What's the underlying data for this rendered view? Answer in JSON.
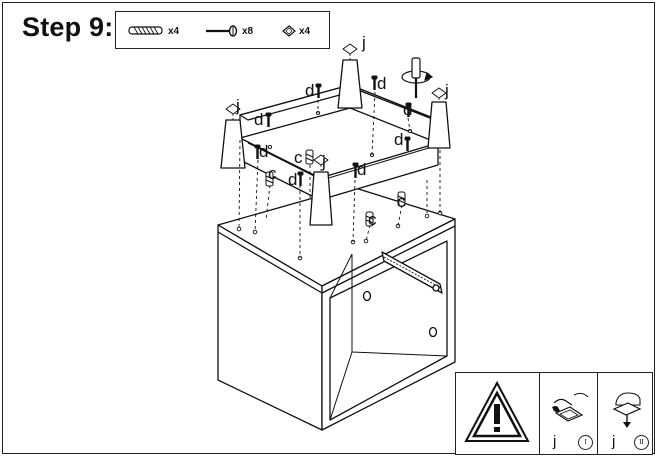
{
  "step_title": "Step 9:",
  "parts": [
    {
      "icon": "wooden-dowel-icon",
      "qty": "x4"
    },
    {
      "icon": "screw-icon",
      "qty": "x8"
    },
    {
      "icon": "glide-pad-icon",
      "qty": "x4"
    }
  ],
  "labels": {
    "j": "j",
    "d": "d",
    "c": "c"
  },
  "warning_panel": {
    "icon": "warning-triangle-icon",
    "steps": [
      {
        "label": "j",
        "numeral": "I"
      },
      {
        "label": "j",
        "numeral": "II"
      }
    ]
  }
}
